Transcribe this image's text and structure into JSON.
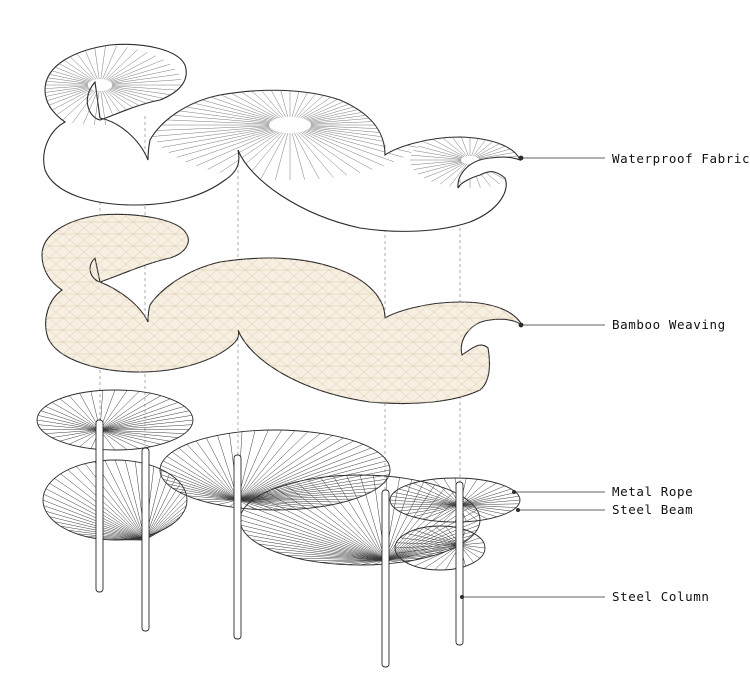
{
  "labels": {
    "waterproof_fabric": "Waterproof Fabric",
    "bamboo_weaving": "Bamboo Weaving",
    "metal_rope": "Metal Rope",
    "steel_beam": "Steel Beam",
    "steel_column": "Steel Column"
  },
  "colors": {
    "outline": "#2b2b2b",
    "fine_line": "#8a8a8a",
    "bamboo_fill": "#f7efe2",
    "bamboo_mesh": "#d9c6a6",
    "dashed": "#9a9a9a"
  }
}
